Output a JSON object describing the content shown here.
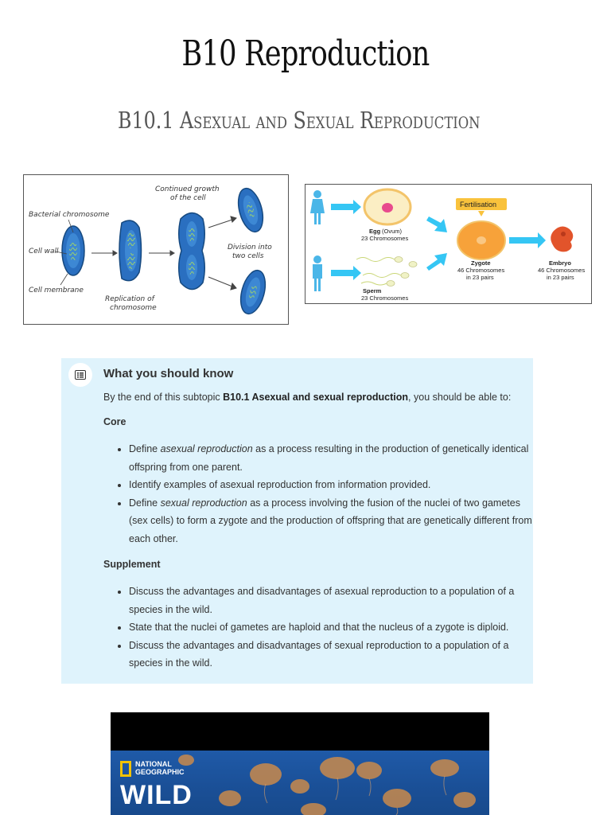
{
  "title": "B10 Reproduction",
  "subtitle": "B10.1 Asexual and Sexual Reproduction",
  "figure_bacteria": {
    "label_chromosome": "Bacterial chromosome",
    "label_cell_wall": "Cell wall",
    "label_cell_membrane": "Cell membrane",
    "label_replication_1": "Replication of",
    "label_replication_2": "chromosome",
    "label_growth_1": "Continued growth",
    "label_growth_2": "of the cell",
    "label_division_1": "Division into",
    "label_division_2": "two cells"
  },
  "figure_fertilisation": {
    "egg_label": "Egg",
    "egg_paren": "(Ovum)",
    "egg_chromosomes": "23 Chromosomes",
    "sperm_label": "Sperm",
    "sperm_chromosomes": "23 Chromosomes",
    "fertilisation": "Fertilisation",
    "zygote_label": "Zygote",
    "zygote_chromosomes": "46 Chromosomes",
    "zygote_pairs": "in 23 pairs",
    "embryo_label": "Embryo",
    "embryo_chromosomes": "46 Chromosomes",
    "embryo_pairs": "in 23 pairs"
  },
  "know_box": {
    "heading": "What you should know",
    "intro_prefix": "By the end of this subtopic ",
    "intro_bold": "B10.1 Asexual and sexual reproduction",
    "intro_suffix": ", you should be able to:",
    "core_heading": "Core",
    "core_items": [
      {
        "pre": "Define ",
        "em": "asexual reproduction",
        "post": " as a process resulting in the production of genetically identical offspring from one parent."
      },
      {
        "pre": "Identify examples of asexual reproduction from information provided.",
        "em": "",
        "post": ""
      },
      {
        "pre": "Define ",
        "em": "sexual reproduction",
        "post": " as a process involving the fusion of the nuclei of two gametes (sex cells) to form a zygote and the production of offspring that are genetically different from each other."
      }
    ],
    "supplement_heading": "Supplement",
    "supplement_items": [
      "Discuss the advantages and disadvantages of asexual reproduction to a population of a species in the wild.",
      "State that the nuclei of gametes are haploid and that the nucleus of a zygote is diploid.",
      "Discuss the advantages and disadvantages of sexual reproduction to a population of a species in the wild."
    ]
  },
  "video": {
    "brand_line1": "NATIONAL",
    "brand_line2": "GEOGRAPHIC",
    "show": "WILD"
  },
  "colors": {
    "box_bg": "#dff3fc",
    "bacteria_fill": "#2a6fc0",
    "arrow_cyan": "#35c6f4",
    "zygote_orange": "#f7a23a",
    "fertilisation_badge": "#f9c23c",
    "ng_yellow": "#f2c200"
  }
}
